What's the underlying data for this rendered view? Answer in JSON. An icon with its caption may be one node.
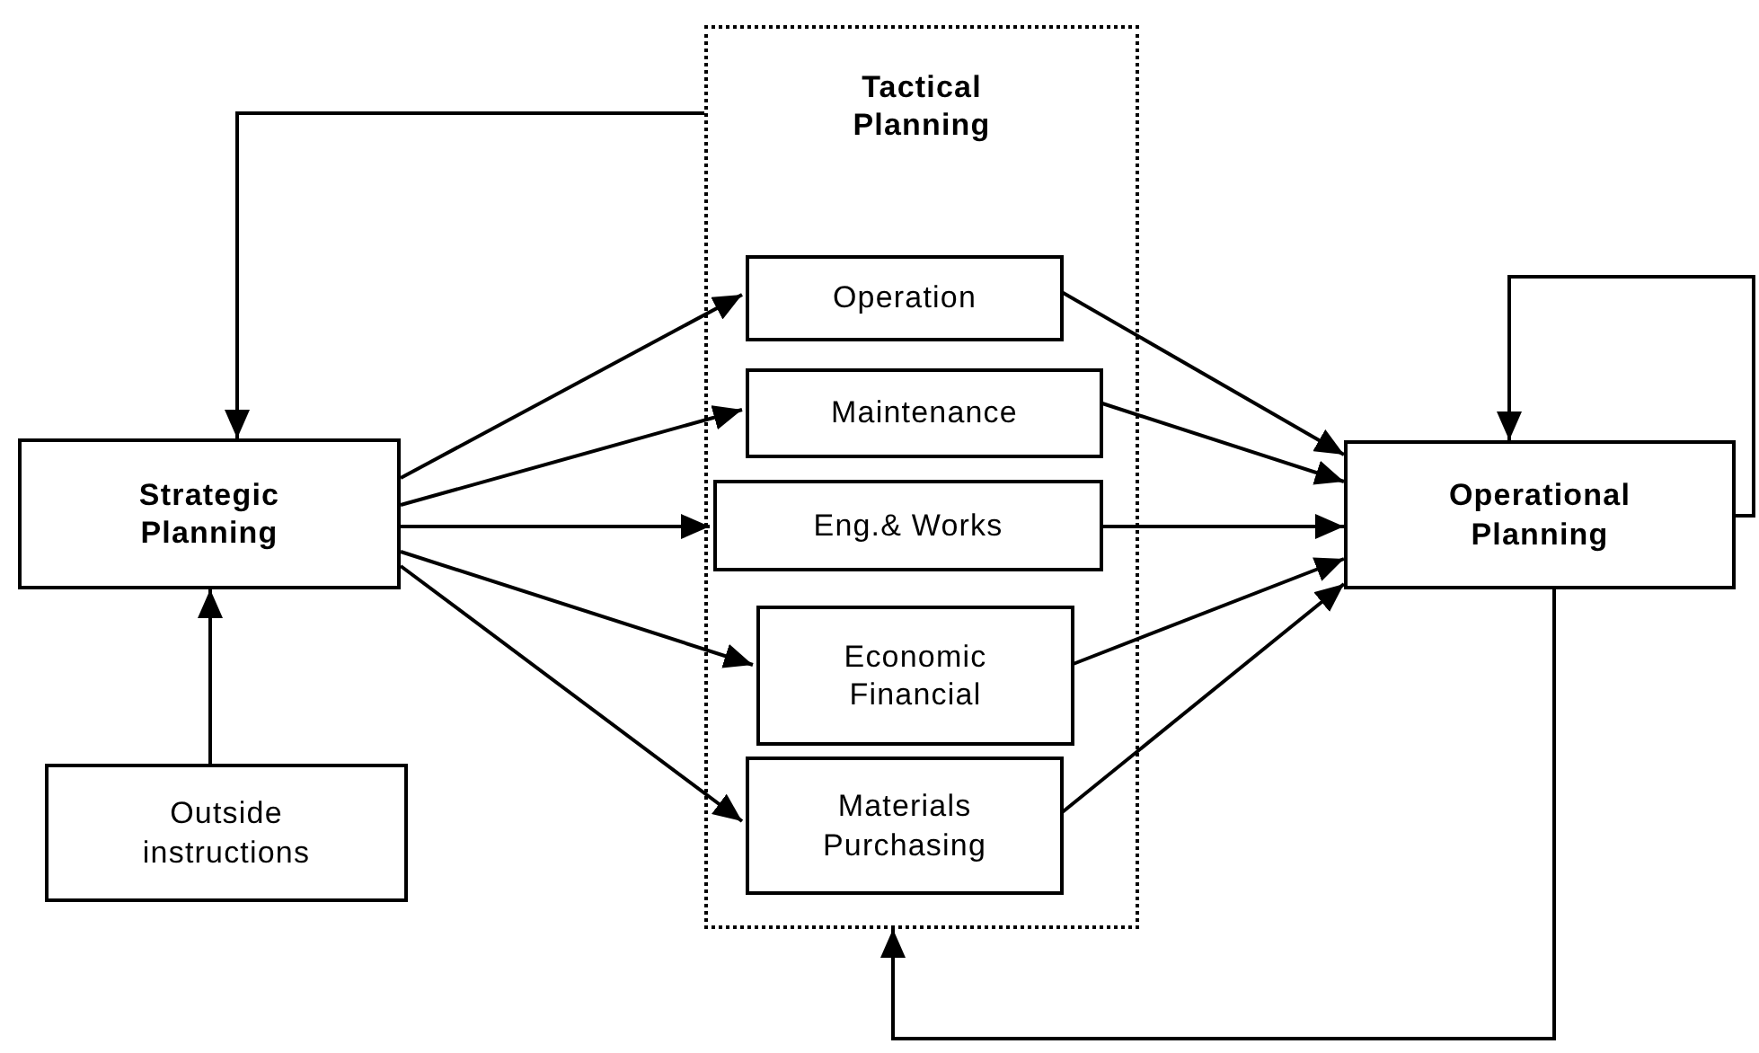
{
  "diagram": {
    "nodes": [
      {
        "text": [
          "Tactical Planning"
        ]
      },
      {
        "text": [
          "Operation"
        ],
        "in": 0
      },
      {
        "text": [
          "Maintenance"
        ],
        "in": 0
      },
      {
        "text": [
          "Eng.& Works"
        ],
        "in": 0
      },
      {
        "text": [
          "Economic Financial"
        ],
        "in": 0
      },
      {
        "text": [
          "Materials Purchasing"
        ],
        "in": 0
      },
      {
        "text": [
          "Strategic Planning"
        ]
      },
      {
        "text": [
          "Outside instructions"
        ]
      },
      {
        "text": [
          "Operational Planning"
        ]
      }
    ],
    "edges": [
      {
        "from": 0,
        "to": 6,
        "arrow": "to"
      },
      {
        "from": 6,
        "to": 1,
        "arrow": "to"
      },
      {
        "from": 6,
        "to": 2,
        "arrow": "to"
      },
      {
        "from": 6,
        "to": 3,
        "arrow": "to"
      },
      {
        "from": 6,
        "to": 4,
        "arrow": "to"
      },
      {
        "from": 6,
        "to": 5,
        "arrow": "to"
      },
      {
        "from": 1,
        "to": 8,
        "arrow": "to"
      },
      {
        "from": 2,
        "to": 8,
        "arrow": "to"
      },
      {
        "from": 3,
        "to": 8,
        "arrow": "to"
      },
      {
        "from": 4,
        "to": 8,
        "arrow": "to"
      },
      {
        "from": 5,
        "to": 8,
        "arrow": "to"
      },
      {
        "from": 7,
        "to": 6,
        "arrow": "to"
      },
      {
        "from": 8,
        "to": 0,
        "arrow": "to"
      },
      {
        "from": 8,
        "to": 8,
        "arrow": "to"
      }
    ]
  }
}
